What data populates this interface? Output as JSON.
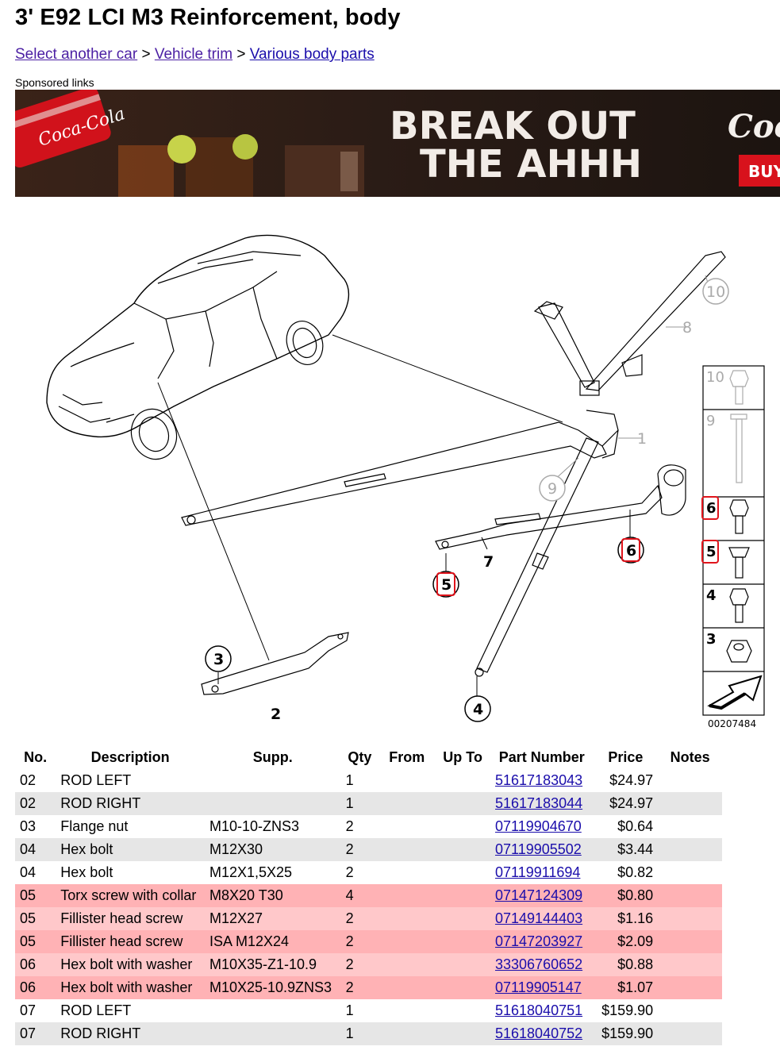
{
  "page": {
    "title": "3' E92 LCI M3 Reinforcement, body",
    "breadcrumb": {
      "link1": "Select another car",
      "sep1": " > ",
      "link2": "Vehicle trim",
      "sep2": " > ",
      "link3": "Various body parts"
    },
    "sponsored_label": "Sponsored links"
  },
  "banner": {
    "headline_line1": "BREAK OUT",
    "headline_line2": "THE AHHH",
    "brand": "Coca",
    "cta": "BUY",
    "can_text": "Coca-Cola"
  },
  "diagram": {
    "callouts": [
      "1",
      "2",
      "3",
      "4",
      "5",
      "6",
      "7",
      "8",
      "9",
      "10",
      "5",
      "6"
    ],
    "legend": [
      "10",
      "9",
      "6",
      "5",
      "4",
      "3"
    ],
    "figure_id": "00207484"
  },
  "table": {
    "headers": [
      "No.",
      "Description",
      "Supp.",
      "Qty",
      "From",
      "Up To",
      "Part Number",
      "Price",
      "Notes"
    ],
    "rows": [
      {
        "no": "02",
        "desc": "ROD LEFT",
        "supp": "",
        "qty": "1",
        "from": "",
        "upto": "",
        "pn": "51617183043",
        "price": "$24.97",
        "notes": ""
      },
      {
        "no": "02",
        "desc": "ROD RIGHT",
        "supp": "",
        "qty": "1",
        "from": "",
        "upto": "",
        "pn": "51617183044",
        "price": "$24.97",
        "notes": ""
      },
      {
        "no": "03",
        "desc": "Flange nut",
        "supp": "M10-10-ZNS3",
        "qty": "2",
        "from": "",
        "upto": "",
        "pn": "07119904670",
        "price": "$0.64",
        "notes": ""
      },
      {
        "no": "04",
        "desc": "Hex bolt",
        "supp": "M12X30",
        "qty": "2",
        "from": "",
        "upto": "",
        "pn": "07119905502",
        "price": "$3.44",
        "notes": ""
      },
      {
        "no": "04",
        "desc": "Hex bolt",
        "supp": "M12X1,5X25",
        "qty": "2",
        "from": "",
        "upto": "",
        "pn": "07119911694",
        "price": "$0.82",
        "notes": ""
      },
      {
        "no": "05",
        "desc": "Torx screw with collar",
        "supp": "M8X20 T30",
        "qty": "4",
        "from": "",
        "upto": "",
        "pn": "07147124309",
        "price": "$0.80",
        "notes": ""
      },
      {
        "no": "05",
        "desc": "Fillister head screw",
        "supp": "M12X27",
        "qty": "2",
        "from": "",
        "upto": "",
        "pn": "07149144403",
        "price": "$1.16",
        "notes": ""
      },
      {
        "no": "05",
        "desc": "Fillister head screw",
        "supp": "ISA M12X24",
        "qty": "2",
        "from": "",
        "upto": "",
        "pn": "07147203927",
        "price": "$2.09",
        "notes": ""
      },
      {
        "no": "06",
        "desc": "Hex bolt with washer",
        "supp": "M10X35-Z1-10.9",
        "qty": "2",
        "from": "",
        "upto": "",
        "pn": "33306760652",
        "price": "$0.88",
        "notes": ""
      },
      {
        "no": "06",
        "desc": "Hex bolt with washer",
        "supp": "M10X25-10.9ZNS3",
        "qty": "2",
        "from": "",
        "upto": "",
        "pn": "07119905147",
        "price": "$1.07",
        "notes": ""
      },
      {
        "no": "07",
        "desc": "ROD LEFT",
        "supp": "",
        "qty": "1",
        "from": "",
        "upto": "",
        "pn": "51618040751",
        "price": "$159.90",
        "notes": ""
      },
      {
        "no": "07",
        "desc": "ROD RIGHT",
        "supp": "",
        "qty": "1",
        "from": "",
        "upto": "",
        "pn": "51618040752",
        "price": "$159.90",
        "notes": ""
      }
    ],
    "row_styles": [
      "odd",
      "even",
      "odd",
      "even",
      "odd",
      "hl1",
      "hl2",
      "hl1",
      "hl2",
      "hl1",
      "odd",
      "even"
    ]
  }
}
